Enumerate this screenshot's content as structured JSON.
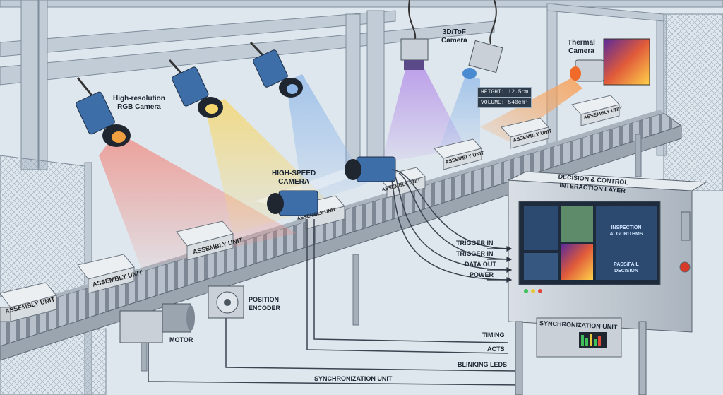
{
  "cameras": {
    "high_res": "High-resolution\nRGB Camera",
    "tof": "3D/ToF\nCamera",
    "thermal": "Thermal\nCamera",
    "high_speed": "HIGH-SPEED\nCAMERA"
  },
  "measurements": {
    "height": "HEIGHT: 12.5cm",
    "volume": "VOLUME: 540cm³"
  },
  "boxes": [
    "ASSEMBLY UNIT",
    "ASSEMBLY UNIT",
    "ASSEMBLY UNIT",
    "ASSEMBLY UNIT",
    "ASSEMBLY UNIT",
    "ASSEMBLY UNIT",
    "ASSEMBLY UNIT",
    "ASSEMBLY UNIT"
  ],
  "control": {
    "title": "DECISION & CONTROL\nINTERACTION LAYER",
    "algo": "INSPECTION\nALGORITHMS",
    "decision": "PASS/FAIL\nDECISION"
  },
  "signals": {
    "trigger1": "TRIGGER IN",
    "trigger2": "TRIGGER IN",
    "data_out": "DATA OUT",
    "power": "POWER"
  },
  "sync": {
    "unit_label": "SYNCHRONIZATION UNIT",
    "timing": "TIMING",
    "acts": "ACTS",
    "blinking": "BLINKING LEDS",
    "bottom_label": "SYNCHRONIZATION UNIT"
  },
  "components": {
    "motor": "MOTOR",
    "encoder": "POSITION\nENCODER"
  },
  "colors": {
    "background": "#dfe7ee",
    "frame": "#aebccb",
    "red_beam": "#f08a80",
    "yellow_beam": "#f5d76e",
    "blue_beam": "#8fb8e8",
    "purple_beam": "#b48ee8",
    "orange_beam": "#f7a35c",
    "camera_blue": "#3d6ea8",
    "cabinet": "#c4ccd4"
  }
}
